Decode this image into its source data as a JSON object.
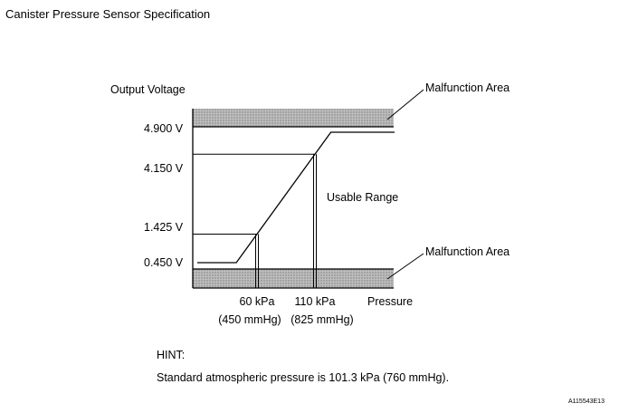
{
  "document": {
    "title": "Canister Pressure Sensor Specification",
    "hint_label": "HINT:",
    "hint_text": "Standard atmospheric pressure is 101.3 kPa (760 mmHg).",
    "figure_id": "A115543E13"
  },
  "chart_data": {
    "type": "line",
    "ylabel": "Output Voltage",
    "xlabel": "Pressure",
    "y_ticks": [
      {
        "value": 4.9,
        "label": "4.900 V"
      },
      {
        "value": 4.15,
        "label": "4.150 V"
      },
      {
        "value": 1.425,
        "label": "1.425 V"
      },
      {
        "value": 0.45,
        "label": "0.450 V"
      }
    ],
    "x_ticks": [
      {
        "value": 60,
        "label": "60 kPa",
        "sublabel": "(450 mmHg)"
      },
      {
        "value": 110,
        "label": "110 kPa",
        "sublabel": "(825 mmHg)"
      }
    ],
    "series": [
      {
        "x": [
          60,
          110
        ],
        "y": [
          1.425,
          4.15
        ]
      }
    ],
    "regions": [
      {
        "label": "Malfunction Area",
        "range": "above 4.900 V"
      },
      {
        "label": "Malfunction Area",
        "range": "below 0.450 V"
      }
    ],
    "annotations": [
      {
        "label": "Usable Range"
      }
    ]
  }
}
